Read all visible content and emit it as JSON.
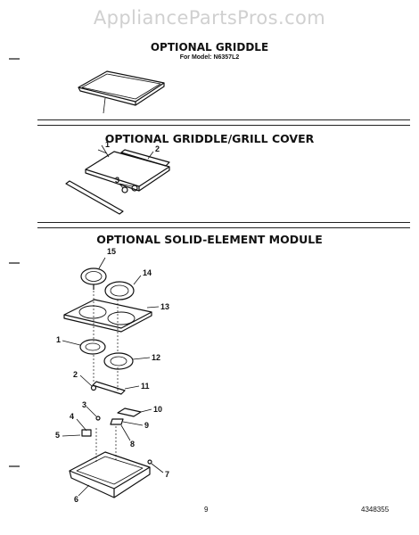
{
  "watermark": "AppliancePartsPros.com",
  "section1": {
    "title": "OPTIONAL GRIDDLE",
    "subtitle": "For Model: N6357L2"
  },
  "section2": {
    "title": "OPTIONAL GRIDDLE/GRILL COVER"
  },
  "section3": {
    "title": "OPTIONAL SOLID-ELEMENT MODULE"
  },
  "callouts": {
    "c1a": "1",
    "c2a": "2",
    "c3a": "3",
    "c15": "15",
    "c14": "14",
    "c13": "13",
    "c1b": "1",
    "c12": "12",
    "c2b": "2",
    "c11": "11",
    "c3b": "3",
    "c10": "10",
    "c4": "4",
    "c9": "9",
    "c5": "5",
    "c8": "8",
    "c7": "7",
    "c6": "6"
  },
  "footer": {
    "page_number": "9",
    "part_number": "4348355"
  }
}
